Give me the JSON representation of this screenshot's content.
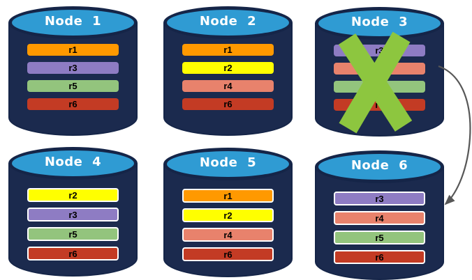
{
  "diagram": {
    "description": "Replicated records across six database nodes; Node 3 has failed and its records are served by Node 6",
    "palette": {
      "cylinder_body": "#1B2A4E",
      "cylinder_outline": "#152548",
      "cylinder_top": "#2F9BD3",
      "title_color": "#FFFFFF",
      "record_label_color": "#000000",
      "failure_x_color": "#8DC63F",
      "arrow_color": "#575757"
    },
    "nodes": [
      {
        "title": "Node 1",
        "records": [
          {
            "label": "r1",
            "color": "#FF9900"
          },
          {
            "label": "r3",
            "color": "#8E7CC3"
          },
          {
            "label": "r5",
            "color": "#93C47D"
          },
          {
            "label": "r6",
            "color": "#C33B24"
          }
        ]
      },
      {
        "title": "Node 2",
        "records": [
          {
            "label": "r1",
            "color": "#FF9900"
          },
          {
            "label": "r2",
            "color": "#FFFF00"
          },
          {
            "label": "r4",
            "color": "#E8826C"
          },
          {
            "label": "r6",
            "color": "#C33B24"
          }
        ]
      },
      {
        "title": "Node 3",
        "failed": true,
        "records": [
          {
            "label": "r3",
            "color": "#8E7CC3"
          },
          {
            "label": "r4",
            "color": "#E8826C"
          },
          {
            "label": "r5",
            "color": "#93C47D"
          },
          {
            "label": "r6",
            "color": "#C33B24"
          }
        ]
      },
      {
        "title": "Node 4",
        "records": [
          {
            "label": "r2",
            "color": "#FFFF00"
          },
          {
            "label": "r3",
            "color": "#8E7CC3"
          },
          {
            "label": "r5",
            "color": "#93C47D"
          },
          {
            "label": "r6",
            "color": "#C33B24"
          }
        ]
      },
      {
        "title": "Node 5",
        "records": [
          {
            "label": "r1",
            "color": "#FF9900"
          },
          {
            "label": "r2",
            "color": "#FFFF00"
          },
          {
            "label": "r4",
            "color": "#E8826C"
          },
          {
            "label": "r6",
            "color": "#C33B24"
          }
        ]
      },
      {
        "title": "Node 6",
        "records": [
          {
            "label": "r3",
            "color": "#8E7CC3"
          },
          {
            "label": "r4",
            "color": "#E8826C"
          },
          {
            "label": "r5",
            "color": "#93C47D"
          },
          {
            "label": "r6",
            "color": "#C33B24"
          }
        ]
      }
    ],
    "failure": {
      "node": "Node 3",
      "icon": "x-mark-icon",
      "color": "#8DC63F"
    },
    "arrow": {
      "from": "Node 3",
      "to": "Node 6",
      "color": "#575757"
    }
  }
}
